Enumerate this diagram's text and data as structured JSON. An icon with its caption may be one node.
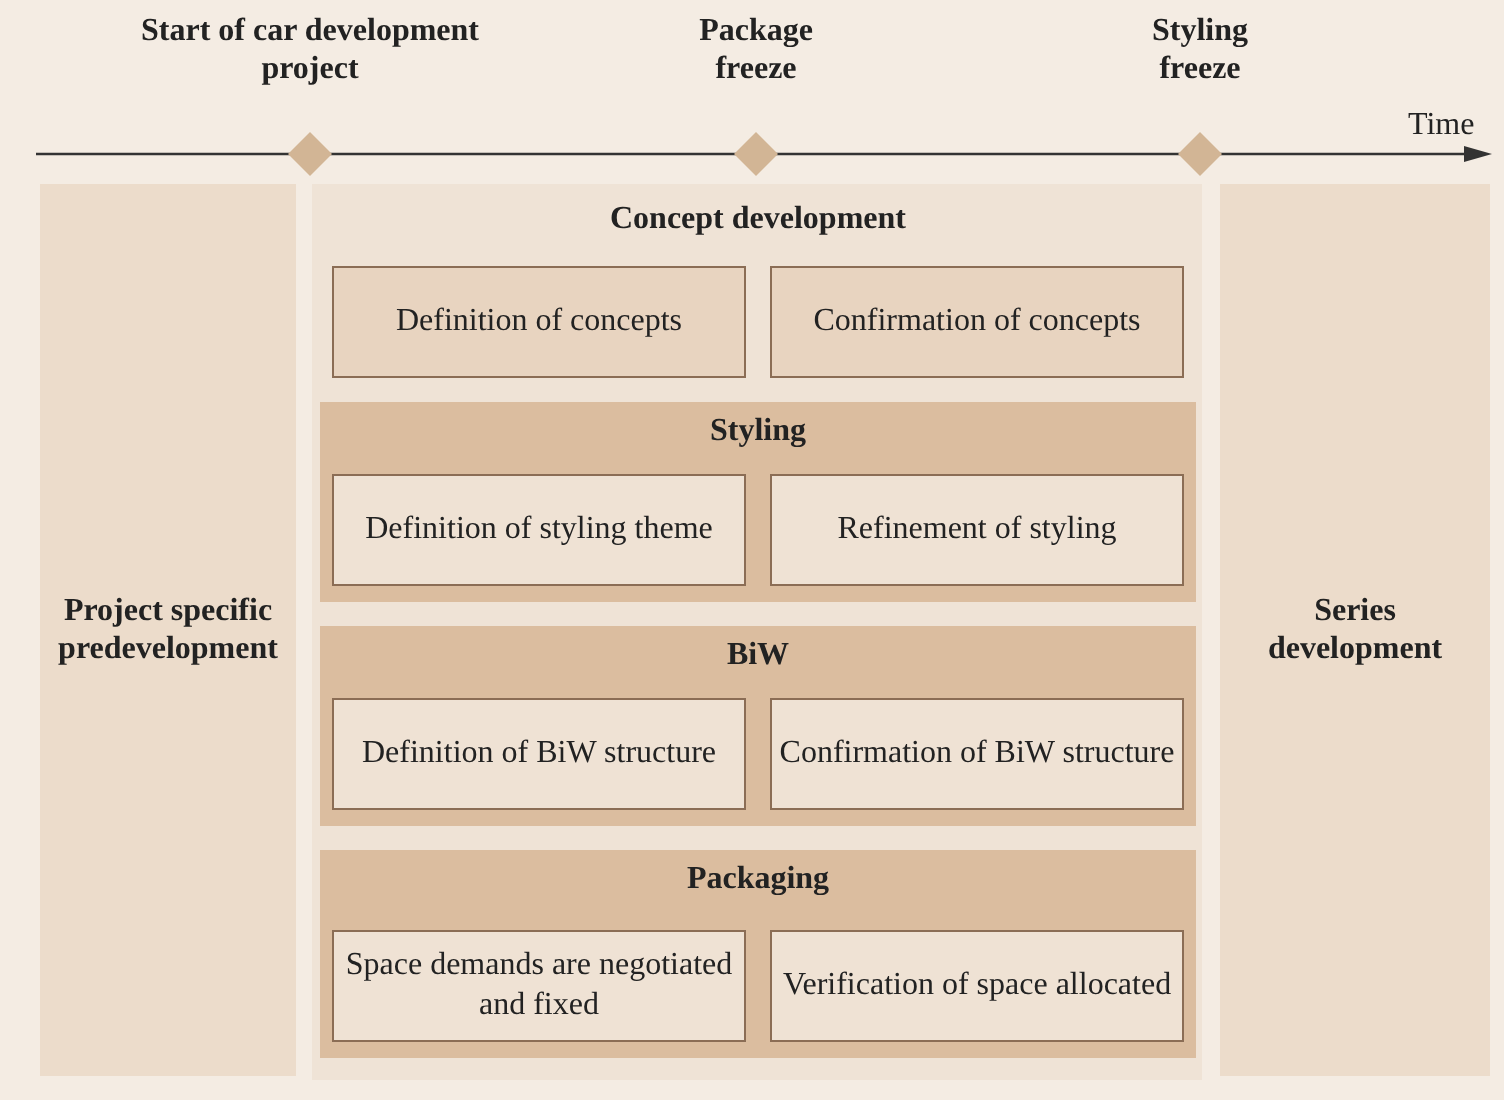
{
  "diagram": {
    "nodes": [
      {
        "text": [
          "Start of car development project"
        ]
      },
      {
        "text": [
          "Package freeze"
        ]
      },
      {
        "text": [
          "Styling freeze"
        ]
      },
      {
        "text": [
          "Project specific predevelopment"
        ]
      },
      {
        "text": [
          "Concept development"
        ]
      },
      {
        "text": [
          "Definition of concepts"
        ],
        "in": 4
      },
      {
        "text": [
          "Confirmation of concepts"
        ],
        "in": 4
      },
      {
        "text": [
          "Styling"
        ]
      },
      {
        "text": [
          "Definition of styling theme"
        ],
        "in": 7
      },
      {
        "text": [
          "Refinement of styling"
        ],
        "in": 7
      },
      {
        "text": [
          "BiW"
        ]
      },
      {
        "text": [
          "Definition of BiW structure"
        ],
        "in": 10
      },
      {
        "text": [
          "Confirmation of BiW structure"
        ],
        "in": 10
      },
      {
        "text": [
          "Packaging"
        ]
      },
      {
        "text": [
          "Space demands are negotiated and fixed"
        ],
        "in": 13
      },
      {
        "text": [
          "Verification of space allocated"
        ],
        "in": 13
      },
      {
        "text": [
          "Series development"
        ]
      }
    ],
    "edges": [],
    "labels": [
      "Time"
    ]
  }
}
